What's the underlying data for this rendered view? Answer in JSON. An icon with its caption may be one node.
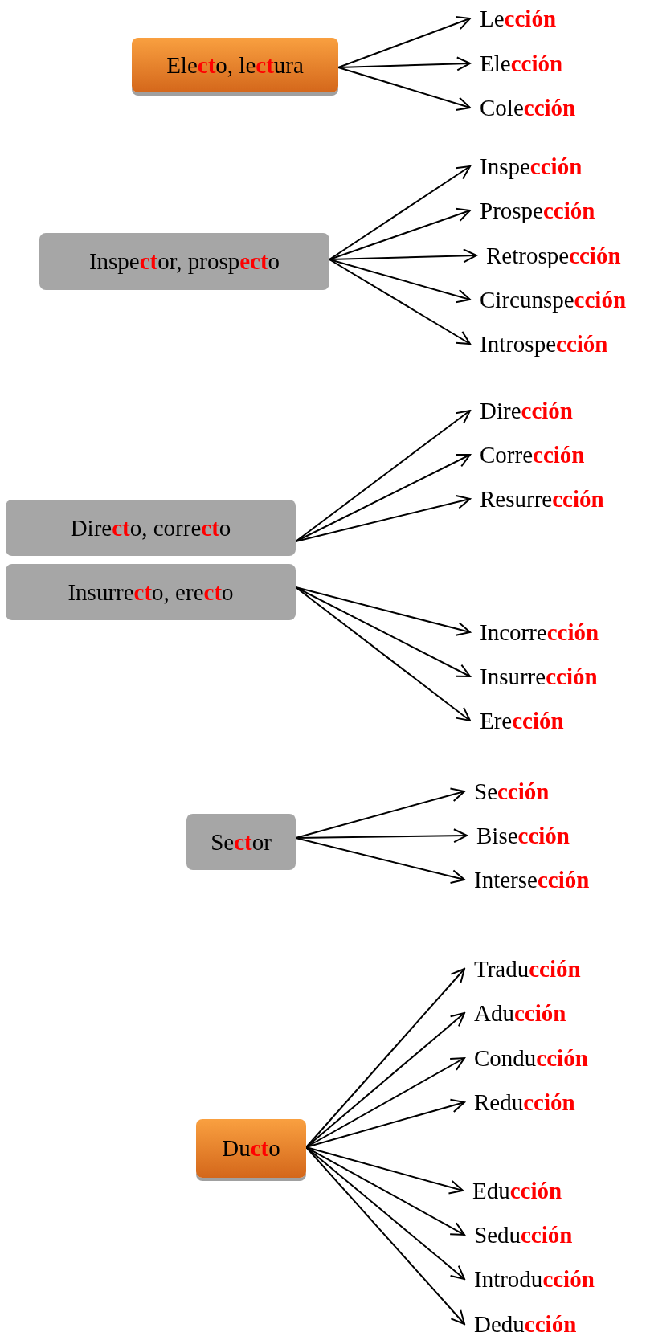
{
  "diagram": {
    "nodes": [
      {
        "text": [
          "Ele**ct**o, le**ct**ura"
        ]
      },
      {
        "text": [
          "Le**cción**"
        ]
      },
      {
        "text": [
          "Ele**cción**"
        ]
      },
      {
        "text": [
          "Cole**cción**"
        ]
      },
      {
        "text": [
          "Inspe**ct**or, prosp**ect**o"
        ]
      },
      {
        "text": [
          "Inspe**cción**"
        ]
      },
      {
        "text": [
          "Prospe**cción**"
        ]
      },
      {
        "text": [
          "Retrospe**cción**"
        ]
      },
      {
        "text": [
          "Circunspe**cción**"
        ]
      },
      {
        "text": [
          "Introspe**cción**"
        ]
      },
      {
        "text": [
          "Dire**ct**o, corre**ct**o"
        ]
      },
      {
        "text": [
          "Insurre**ct**o, ere**ct**o"
        ]
      },
      {
        "text": [
          "Dire**cción**"
        ]
      },
      {
        "text": [
          "Corre**cción**"
        ]
      },
      {
        "text": [
          "Resurre**cción**"
        ]
      },
      {
        "text": [
          "Incorre**cción**"
        ]
      },
      {
        "text": [
          "Insurre**cción**"
        ]
      },
      {
        "text": [
          "Ere**cción**"
        ]
      },
      {
        "text": [
          "Se**ct**or"
        ]
      },
      {
        "text": [
          "Se**cción**"
        ]
      },
      {
        "text": [
          "Bise**cción**"
        ]
      },
      {
        "text": [
          "Interse**cción**"
        ]
      },
      {
        "text": [
          "Du**ct**o"
        ]
      },
      {
        "text": [
          "Tradu**cción**"
        ]
      },
      {
        "text": [
          "Adu**cción**"
        ]
      },
      {
        "text": [
          "Condu**cción**"
        ]
      },
      {
        "text": [
          "Redu**cción**"
        ]
      },
      {
        "text": [
          "Edu**cción**"
        ]
      },
      {
        "text": [
          "Sedu**cción**"
        ]
      },
      {
        "text": [
          "Introdu**cción**"
        ]
      },
      {
        "text": [
          "Dedu**cción**"
        ]
      }
    ],
    "edges": [
      {
        "from": 0,
        "to": 1,
        "arrow": "to"
      },
      {
        "from": 0,
        "to": 2,
        "arrow": "to"
      },
      {
        "from": 0,
        "to": 3,
        "arrow": "to"
      },
      {
        "from": 4,
        "to": 5,
        "arrow": "to"
      },
      {
        "from": 4,
        "to": 6,
        "arrow": "to"
      },
      {
        "from": 4,
        "to": 7,
        "arrow": "to"
      },
      {
        "from": 4,
        "to": 8,
        "arrow": "to"
      },
      {
        "from": 4,
        "to": 9,
        "arrow": "to"
      },
      {
        "from": 10,
        "to": 12,
        "arrow": "to"
      },
      {
        "from": 10,
        "to": 13,
        "arrow": "to"
      },
      {
        "from": 10,
        "to": 14,
        "arrow": "to"
      },
      {
        "from": 11,
        "to": 15,
        "arrow": "to"
      },
      {
        "from": 11,
        "to": 16,
        "arrow": "to"
      },
      {
        "from": 11,
        "to": 17,
        "arrow": "to"
      },
      {
        "from": 18,
        "to": 19,
        "arrow": "to"
      },
      {
        "from": 18,
        "to": 20,
        "arrow": "to"
      },
      {
        "from": 18,
        "to": 21,
        "arrow": "to"
      },
      {
        "from": 22,
        "to": 23,
        "arrow": "to"
      },
      {
        "from": 22,
        "to": 24,
        "arrow": "to"
      },
      {
        "from": 22,
        "to": 25,
        "arrow": "to"
      },
      {
        "from": 22,
        "to": 26,
        "arrow": "to"
      },
      {
        "from": 22,
        "to": 27,
        "arrow": "to"
      },
      {
        "from": 22,
        "to": 28,
        "arrow": "to"
      },
      {
        "from": 22,
        "to": 29,
        "arrow": "to"
      },
      {
        "from": 22,
        "to": 30,
        "arrow": "to"
      }
    ]
  }
}
